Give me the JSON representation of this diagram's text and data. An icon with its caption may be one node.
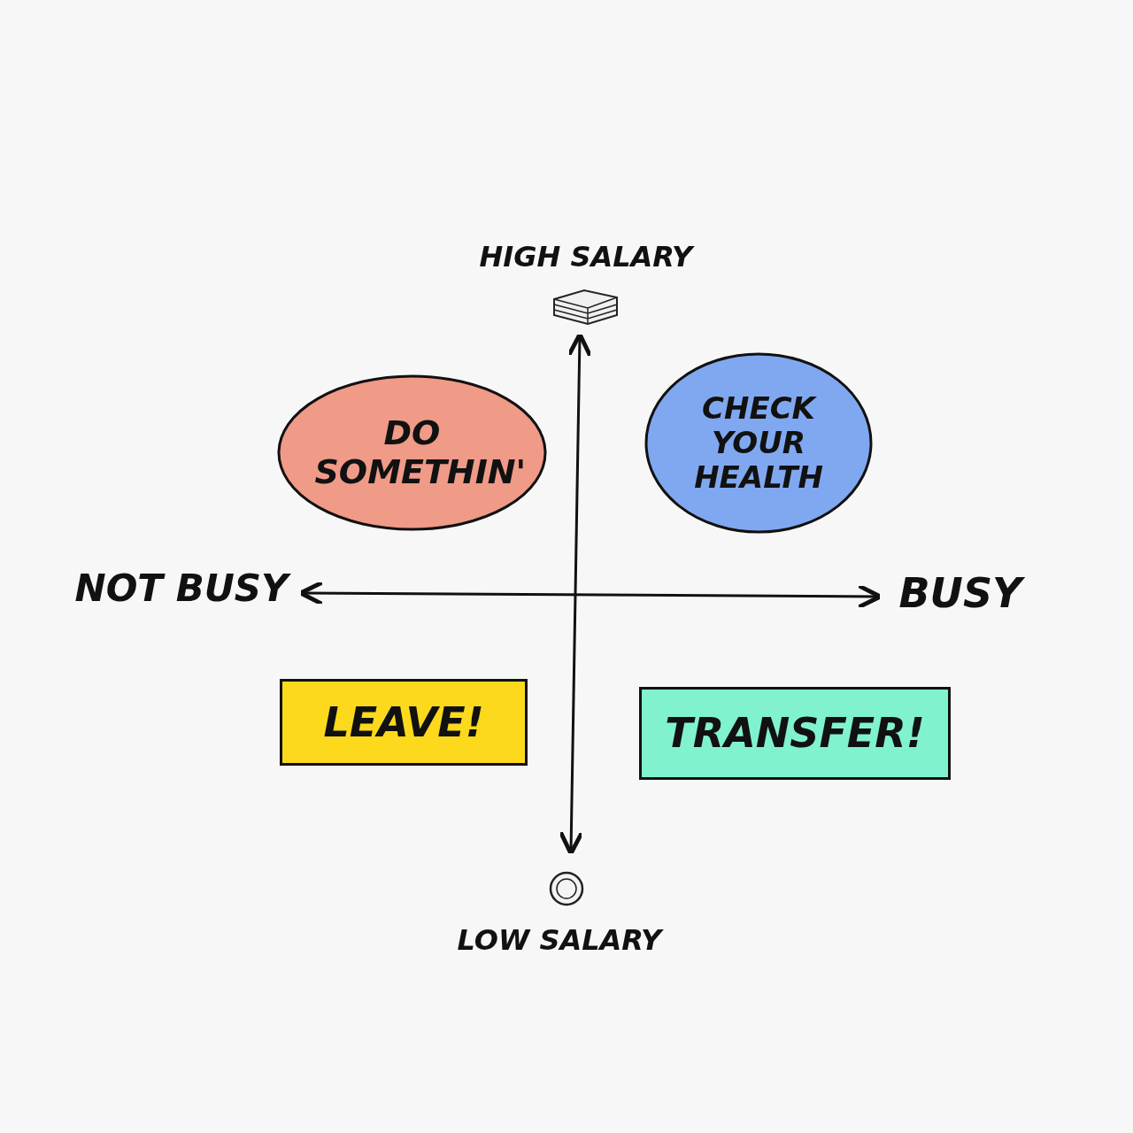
{
  "diagram": {
    "nodes": [
      {
        "text": [
          "DO SOMETHIN'"
        ]
      },
      {
        "text": [
          "CHECK YOUR HEALTH"
        ]
      },
      {
        "text": [
          "LEAVE!"
        ]
      },
      {
        "text": [
          "TRANSFER!"
        ]
      }
    ],
    "labels": [
      "HIGH SALARY",
      "NOT BUSY",
      "BUSY",
      "LOW SALARY"
    ]
  }
}
